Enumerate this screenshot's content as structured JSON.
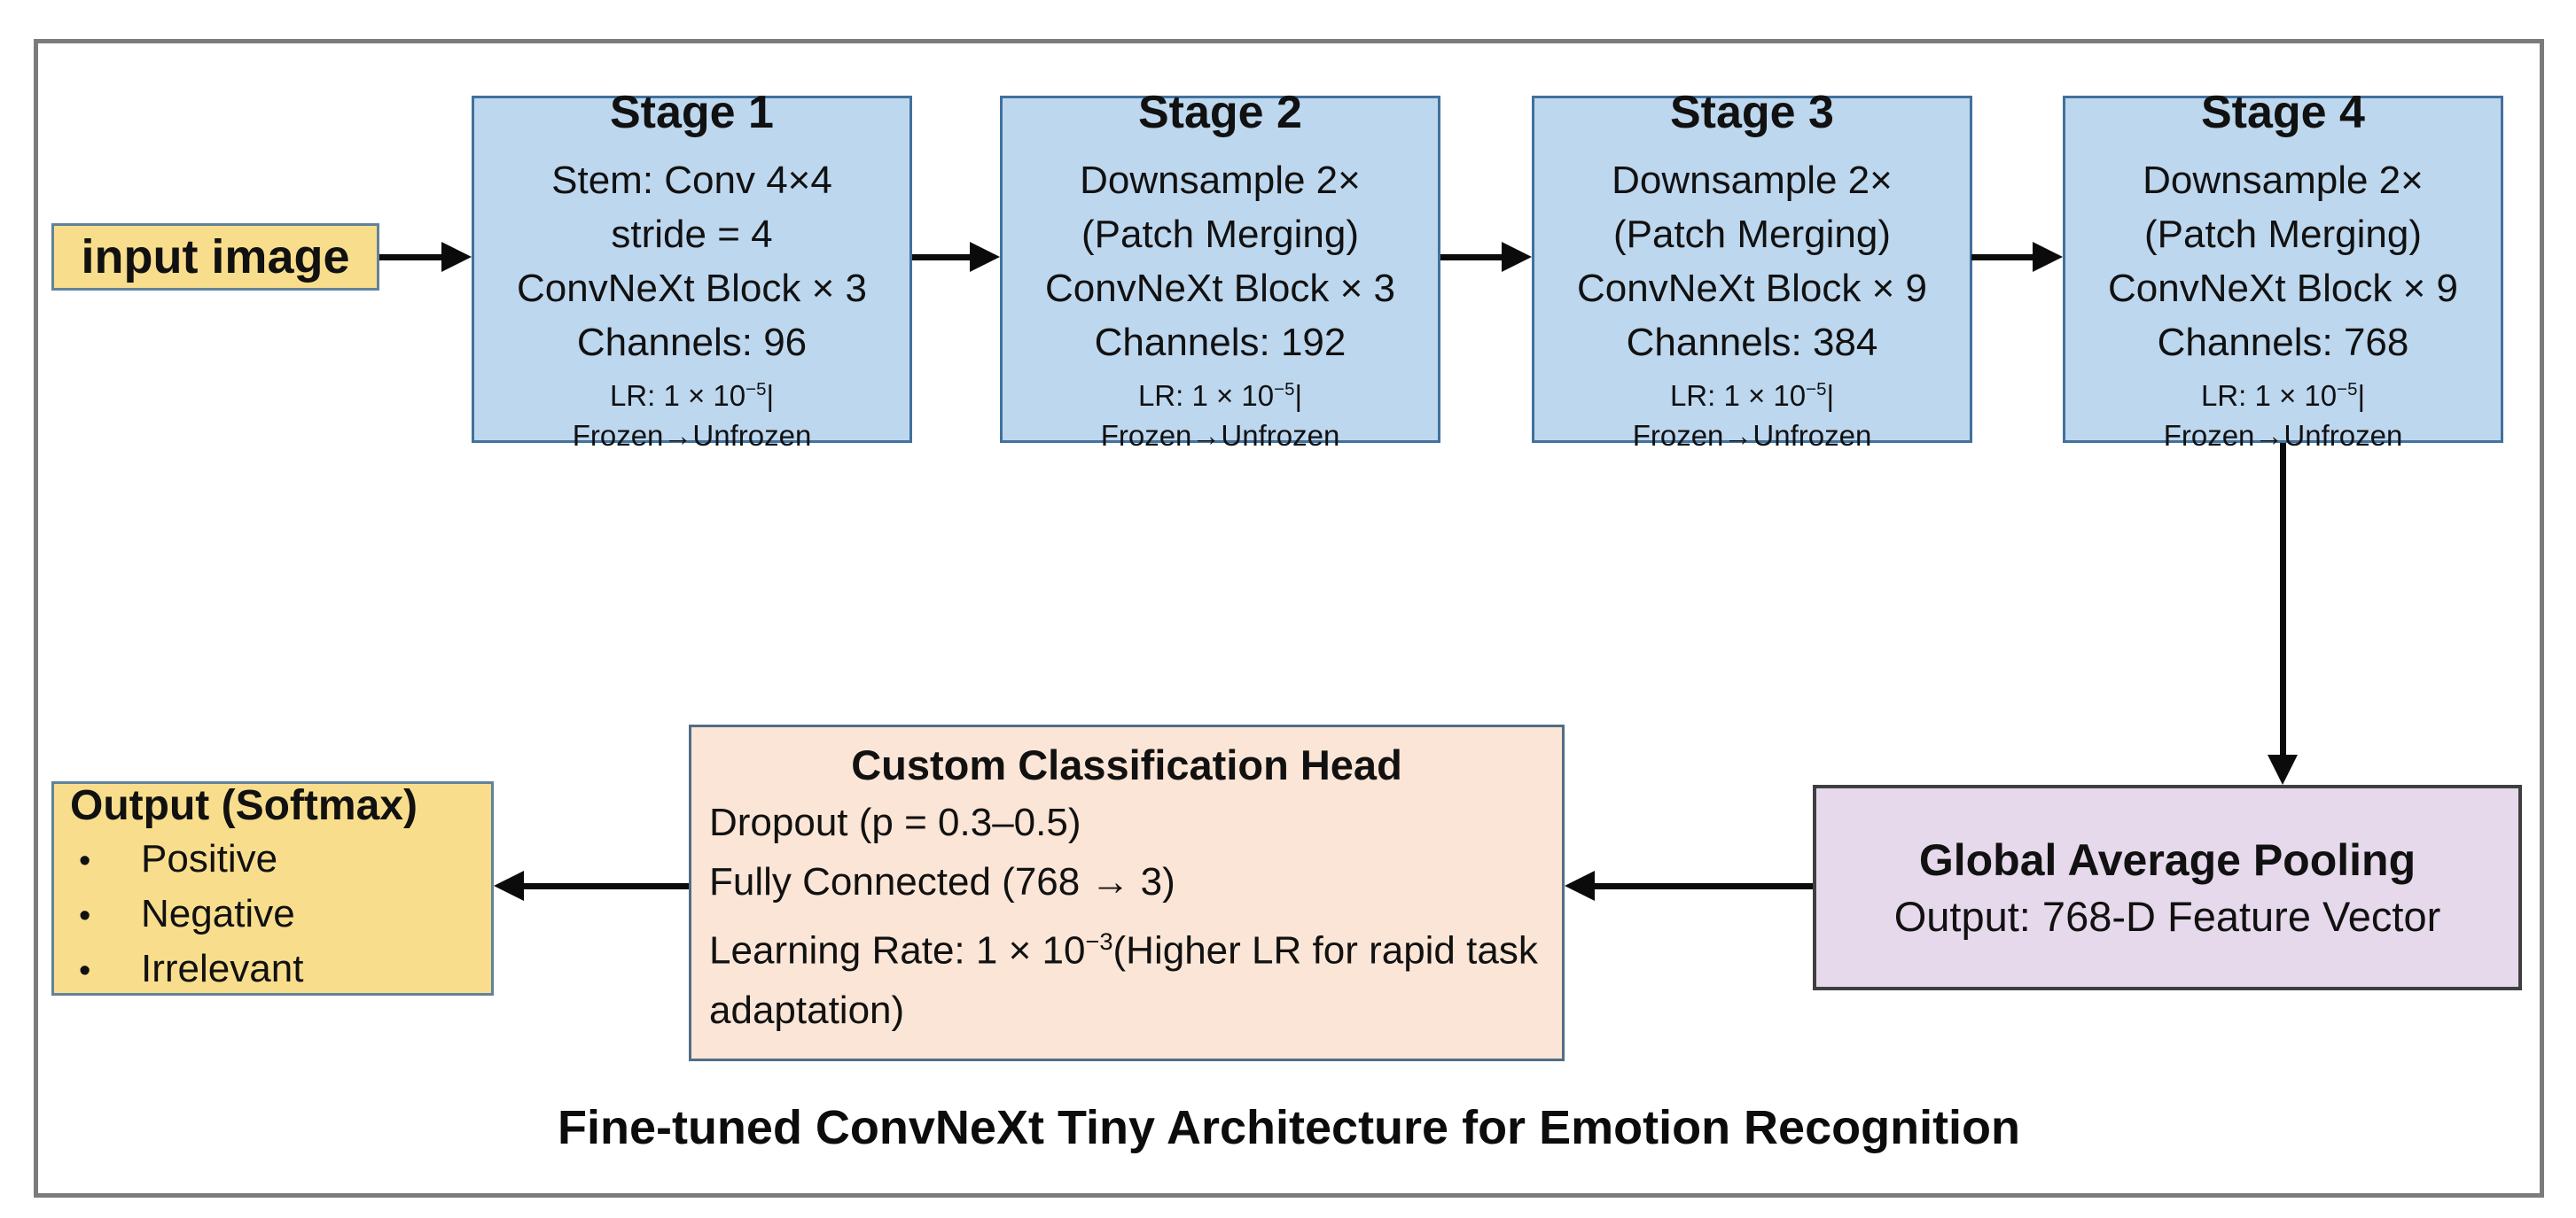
{
  "diagram": {
    "caption": "Fine-tuned ConvNeXt Tiny Architecture for Emotion Recognition",
    "bullet": "•",
    "colors": {
      "stage_fill": "#BDD7EE",
      "stage_border": "#41719C",
      "yellow_fill": "#F8DE8C",
      "yellow_border": "#62829B",
      "pooling_fill": "#E6D9EC",
      "pooling_border": "#3F3F3F",
      "head_fill": "#FBE5D6",
      "head_border": "#4F6E88",
      "arrow": "#0B0B0B",
      "frame_border": "#7B7B7B"
    },
    "input": {
      "label": "input image"
    },
    "stages": [
      {
        "title": "Stage 1",
        "lines": [
          "Stem: Conv 4×4",
          "stride = 4",
          "ConvNeXt Block × 3",
          "Channels: 96"
        ],
        "lr_prefix": "LR: 1 × 10",
        "lr_exp": "−5",
        "lr_bar": "|",
        "frozen": "Frozen→Unfrozen"
      },
      {
        "title": "Stage 2",
        "lines": [
          "Downsample 2×",
          "(Patch Merging)",
          "ConvNeXt Block × 3",
          "Channels: 192"
        ],
        "lr_prefix": "LR: 1 × 10",
        "lr_exp": "−5",
        "lr_bar": "|",
        "frozen": "Frozen→Unfrozen"
      },
      {
        "title": "Stage 3",
        "lines": [
          "Downsample 2×",
          "(Patch Merging)",
          "ConvNeXt Block × 9",
          "Channels: 384"
        ],
        "lr_prefix": "LR: 1 × 10",
        "lr_exp": "−5",
        "lr_bar": "|",
        "frozen": "Frozen→Unfrozen"
      },
      {
        "title": "Stage 4",
        "lines": [
          "Downsample 2×",
          "(Patch Merging)",
          "ConvNeXt Block × 9",
          "Channels: 768"
        ],
        "lr_prefix": "LR: 1 × 10",
        "lr_exp": "−5",
        "lr_bar": "|",
        "frozen": "Frozen→Unfrozen"
      }
    ],
    "pooling": {
      "title": "Global Average Pooling",
      "line": "Output: 768-D Feature Vector"
    },
    "head": {
      "title": "Custom Classification Head",
      "line1": "Dropout (p = 0.3–0.5)",
      "line2": "Fully Connected (768 → 3)",
      "lr_prefix": "Learning Rate: 1 × 10",
      "lr_exp": "−3",
      "lr_suffix": "(Higher LR for rapid task adaptation)"
    },
    "output": {
      "title": "Output (Softmax)",
      "items": [
        "Positive",
        "Negative",
        "Irrelevant"
      ]
    }
  }
}
